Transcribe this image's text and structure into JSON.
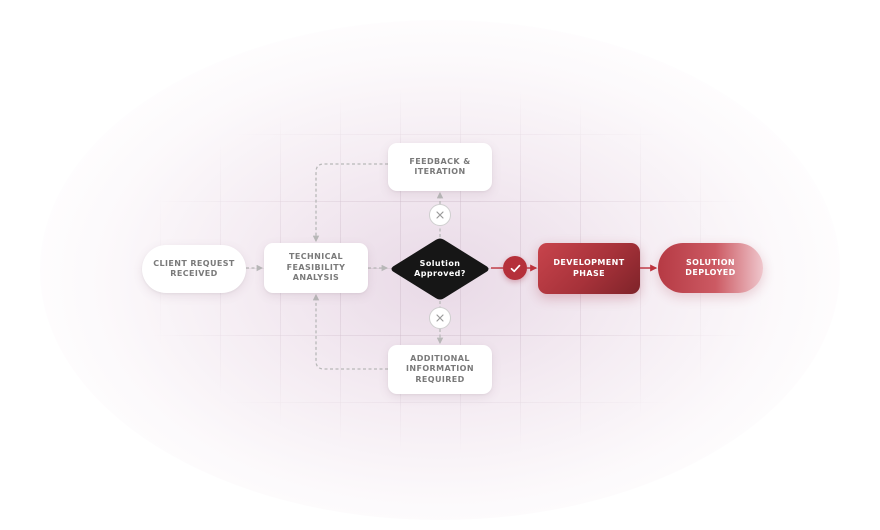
{
  "nodes": {
    "client_request": [
      "Client Request",
      "Received"
    ],
    "technical_feasibility": [
      "Technical",
      "Feasibility",
      "Analysis"
    ],
    "decision": [
      "Solution",
      "Approved?"
    ],
    "feedback": [
      "Feedback &",
      "Iteration"
    ],
    "additional_info": [
      "Additional",
      "Information",
      "Required"
    ],
    "development": [
      "Development",
      "Phase"
    ],
    "deployed": [
      "Solution",
      "Deployed"
    ]
  },
  "badges": {
    "rejected_icon": "close-icon",
    "approved_icon": "check-icon"
  },
  "colors": {
    "accent": "#b5303a",
    "decision_fill": "#161616",
    "connector_gray": "#b8b8b8",
    "connector_accent": "#c0353f",
    "node_text": "#7a7a7a"
  }
}
